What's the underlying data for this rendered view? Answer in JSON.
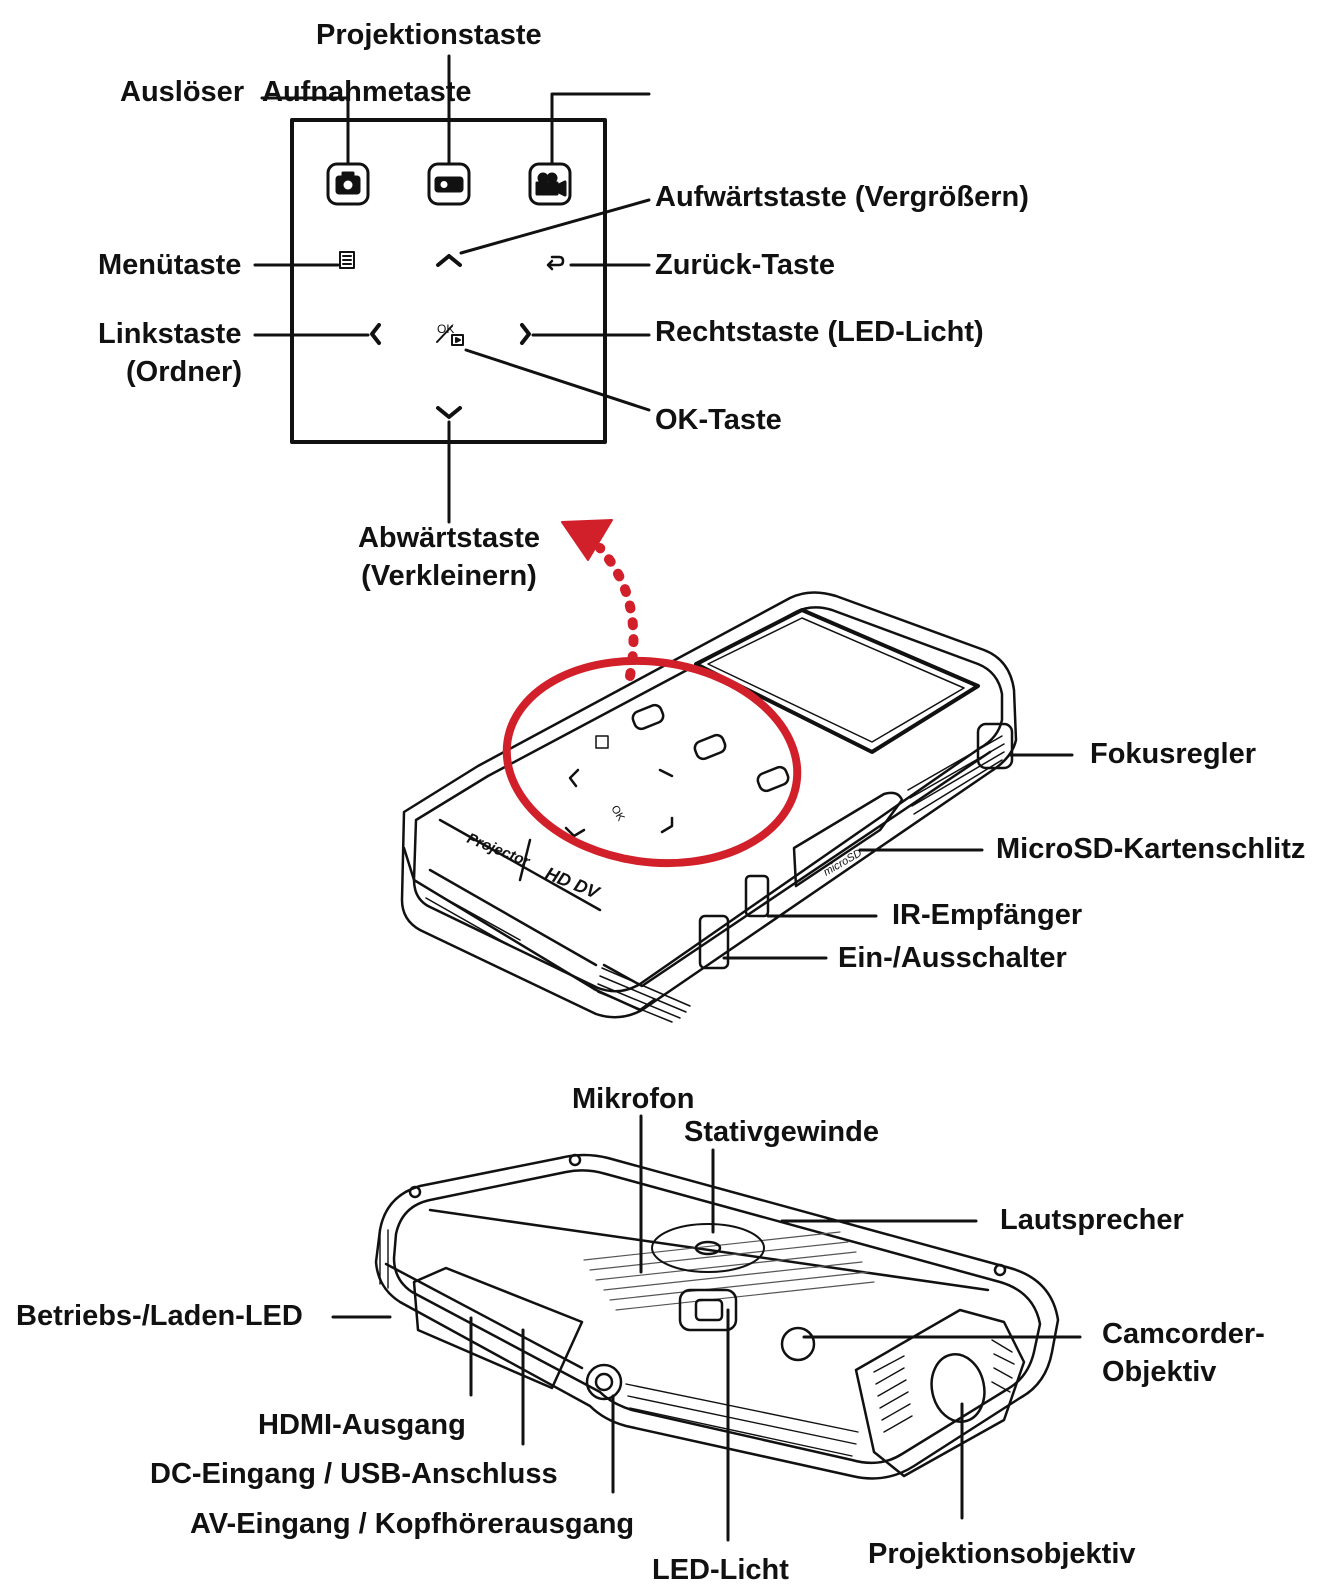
{
  "labels": {
    "projektionstaste": "Projektionstaste",
    "ausloeser": "Auslöser",
    "aufnahmetaste": "Aufnahmetaste",
    "aufwaertstaste": "Aufwärtstaste (Vergrößern)",
    "menuetaste": "Menütaste",
    "zurueck": "Zurück-Taste",
    "linkstaste_1": "Linkstaste",
    "linkstaste_2": "(Ordner)",
    "rechtstaste": "Rechtstaste (LED-Licht)",
    "ok_taste": "OK-Taste",
    "abwaerts_1": "Abwärtstaste",
    "abwaerts_2": "(Verkleinern)",
    "fokusregler": "Fokusregler",
    "microsd": "MicroSD-Kartenschlitz",
    "ir": "IR-Empfänger",
    "ein_aus": "Ein-/Ausschalter",
    "mikrofon": "Mikrofon",
    "stativgewinde": "Stativgewinde",
    "lautsprecher": "Lautsprecher",
    "betriebs_led": "Betriebs-/Laden-LED",
    "camcorder_1": "Camcorder-",
    "camcorder_2": "Objektiv",
    "hdmi": "HDMI-Ausgang",
    "dc_usb": "DC-Eingang / USB-Anschluss",
    "av": "AV-Eingang / Kopfhörerausgang",
    "led_licht": "LED-Licht",
    "projektionsobjektiv": "Projektionsobjektiv"
  },
  "device_print": {
    "projector": "Projector",
    "hd_dv": "HD DV",
    "ok": "OK",
    "microsd": "microSD"
  },
  "colors": {
    "ink": "#111111",
    "highlight": "#d2202b"
  }
}
